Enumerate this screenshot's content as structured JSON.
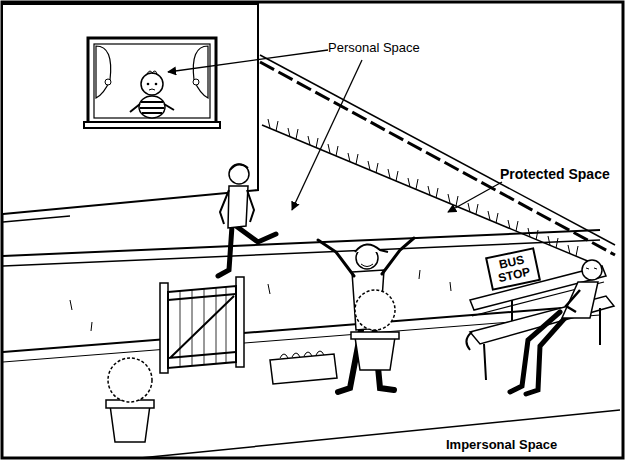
{
  "diagram": {
    "nodes": [
      {
        "text": [
          "BUS STOP"
        ]
      }
    ],
    "labels": [
      "Personal Space",
      "Protected Space",
      "Impersonal Space"
    ]
  }
}
